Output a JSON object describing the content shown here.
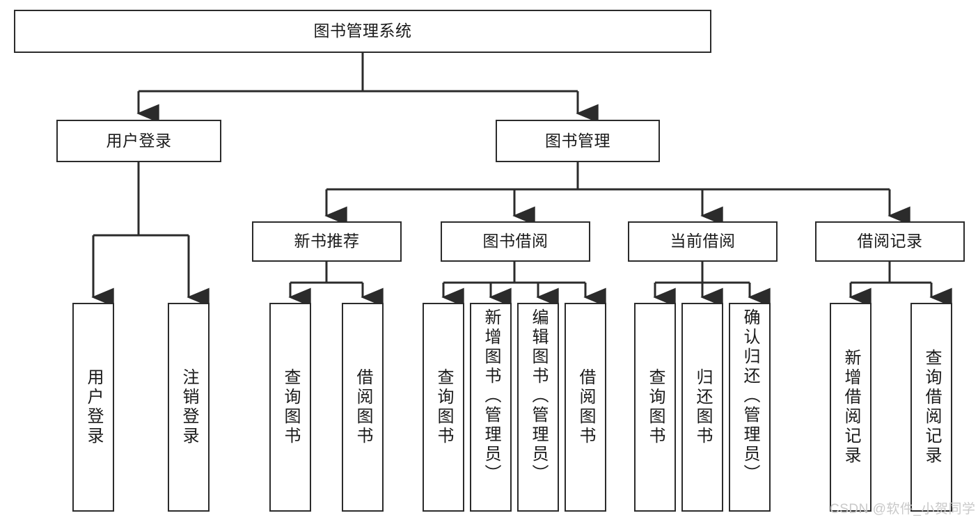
{
  "diagram": {
    "type": "tree",
    "title": "图书管理系统",
    "nodes": {
      "root": {
        "label": "图书管理系统"
      },
      "l1": [
        {
          "id": "user_login",
          "label": "用户登录"
        },
        {
          "id": "book_manage",
          "label": "图书管理"
        }
      ],
      "l2": [
        {
          "id": "new_book_rec",
          "label": "新书推荐"
        },
        {
          "id": "book_borrow",
          "label": "图书借阅"
        },
        {
          "id": "current_borrow",
          "label": "当前借阅"
        },
        {
          "id": "borrow_record",
          "label": "借阅记录"
        }
      ],
      "leaves": [
        {
          "id": "leaf_user_login",
          "label": "用户登录",
          "parent": "用户登录"
        },
        {
          "id": "leaf_logout",
          "label": "注销登录",
          "parent": "用户登录"
        },
        {
          "id": "leaf_query_book_1",
          "label": "查询图书",
          "parent": "新书推荐"
        },
        {
          "id": "leaf_borrow_book_1",
          "label": "借阅图书",
          "parent": "新书推荐"
        },
        {
          "id": "leaf_query_book_2",
          "label": "查询图书",
          "parent": "图书借阅"
        },
        {
          "id": "leaf_add_book",
          "label": "新增图书（管理员）",
          "parent": "图书借阅"
        },
        {
          "id": "leaf_edit_book",
          "label": "编辑图书（管理员）",
          "parent": "图书借阅"
        },
        {
          "id": "leaf_borrow_book_2",
          "label": "借阅图书",
          "parent": "图书借阅"
        },
        {
          "id": "leaf_query_book_3",
          "label": "查询图书",
          "parent": "当前借阅"
        },
        {
          "id": "leaf_return_book",
          "label": "归还图书",
          "parent": "当前借阅"
        },
        {
          "id": "leaf_confirm_return",
          "label": "确认归还（管理员）",
          "parent": "当前借阅"
        },
        {
          "id": "leaf_add_record",
          "label": "新增借阅记录",
          "parent": "借阅记录"
        },
        {
          "id": "leaf_query_record",
          "label": "查询借阅记录",
          "parent": "借阅记录"
        }
      ]
    },
    "colors": {
      "stroke": "#2b2b2b",
      "fill": "#ffffff",
      "text": "#1a1a1a",
      "watermark": "#c9c9c9"
    }
  },
  "watermark": {
    "text": "CSDN @软件_小贺同学"
  }
}
